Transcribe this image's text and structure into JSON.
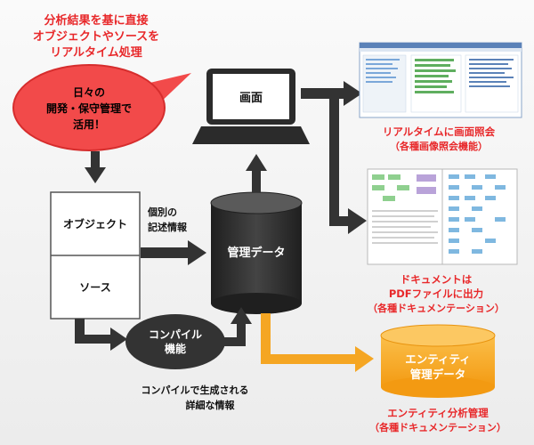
{
  "headline": {
    "line1": "分析結果を基に直接",
    "line2": "オブジェクトやソースを",
    "line3": "リアルタイム処理"
  },
  "bubble": {
    "line1": "日々の",
    "line2": "開発・保守管理で",
    "line3": "活用！"
  },
  "object_box": {
    "object_label": "オブジェクト",
    "source_label": "ソース"
  },
  "individual_info": {
    "line1": "個別の",
    "line2": "記述情報"
  },
  "db_center": {
    "label": "管理データ"
  },
  "compile": {
    "line1": "コンパイル",
    "line2": "機能"
  },
  "compile_info": {
    "line1": "コンパイルで生成される",
    "line2": "詳細な情報"
  },
  "screen": {
    "label": "画面"
  },
  "realtime_caption": {
    "line1": "リアルタイムに画面照会",
    "line2": "（各種画像照会機能）"
  },
  "pdf_caption": {
    "line1": "ドキュメントは",
    "line2": "PDFファイルに出力",
    "line3": "（各種ドキュメンテーション）"
  },
  "entity_db": {
    "line1": "エンティティ",
    "line2": "管理データ"
  },
  "entity_caption": {
    "line1": "エンティティ分析管理",
    "line2": "（各種ドキュメンテーション）"
  },
  "colors": {
    "accent_red": "#e8282a",
    "dark": "#333333",
    "orange": "#f5a623"
  }
}
